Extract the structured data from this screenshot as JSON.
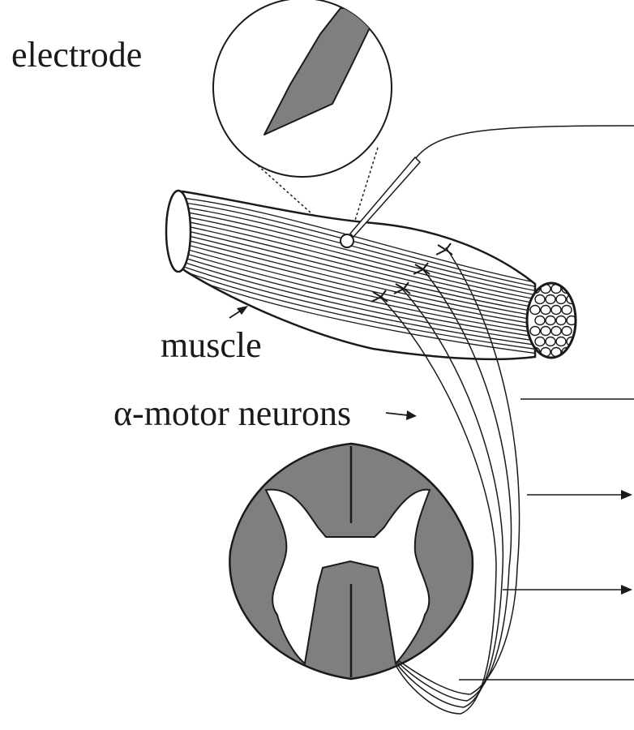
{
  "labels": {
    "electrode": "electrode",
    "muscle": "muscle",
    "motor_neurons": "α-motor neurons"
  },
  "colors": {
    "gray_matter": "#7f7f7f",
    "outline": "#1a1a1a",
    "background": "#ffffff"
  }
}
